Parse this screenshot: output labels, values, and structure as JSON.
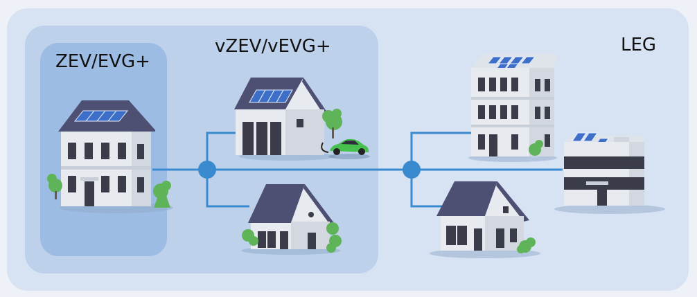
{
  "zones": {
    "leg": {
      "label": "LEG"
    },
    "vzev": {
      "label": "vZEV/vEVG+"
    },
    "zev": {
      "label": "ZEV/EVG+"
    }
  },
  "colors": {
    "outer_panel": "#d7e3f3",
    "vzev_panel": "#bdd1ea",
    "zev_panel": "#9dbce3",
    "grid_line": "#3a8ad0",
    "roof": "#4d4f73",
    "wall": "#e7eaef",
    "window": "#3a3d49",
    "solar": "#3d6fc8",
    "tree": "#5fb45a",
    "car": "#48c04f"
  },
  "icons": {
    "zev_building": "townhouse-solar-icon",
    "vzev_house_top": "house-solar-icon",
    "car": "electric-car-charging-icon",
    "vzev_house_bottom": "house-icon",
    "office_tower": "apartment-solar-icon",
    "office_low": "office-solar-icon",
    "leg_house": "house-icon"
  }
}
